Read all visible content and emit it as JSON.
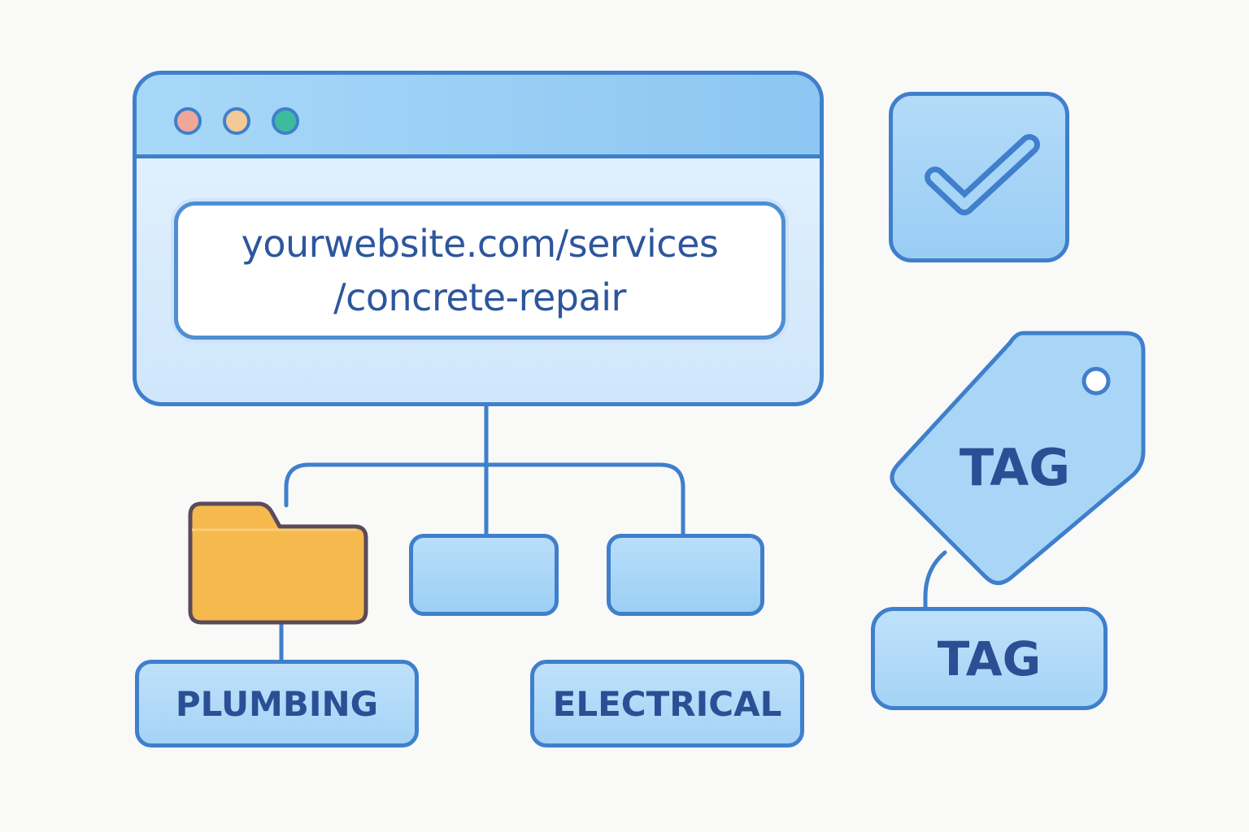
{
  "browser": {
    "url_line1": "yourwebsite.com/services",
    "url_line2": "/concrete-repair"
  },
  "categories": {
    "plumbing": "PLUMBING",
    "electrical": "ELECTRICAL"
  },
  "tags": {
    "large_tag": "TAG",
    "small_tag": "TAG"
  },
  "colors": {
    "outline": "#3f7fcc",
    "fill": "#a8d8f8",
    "folder": "#f6b94e",
    "text": "#2b4f94"
  }
}
